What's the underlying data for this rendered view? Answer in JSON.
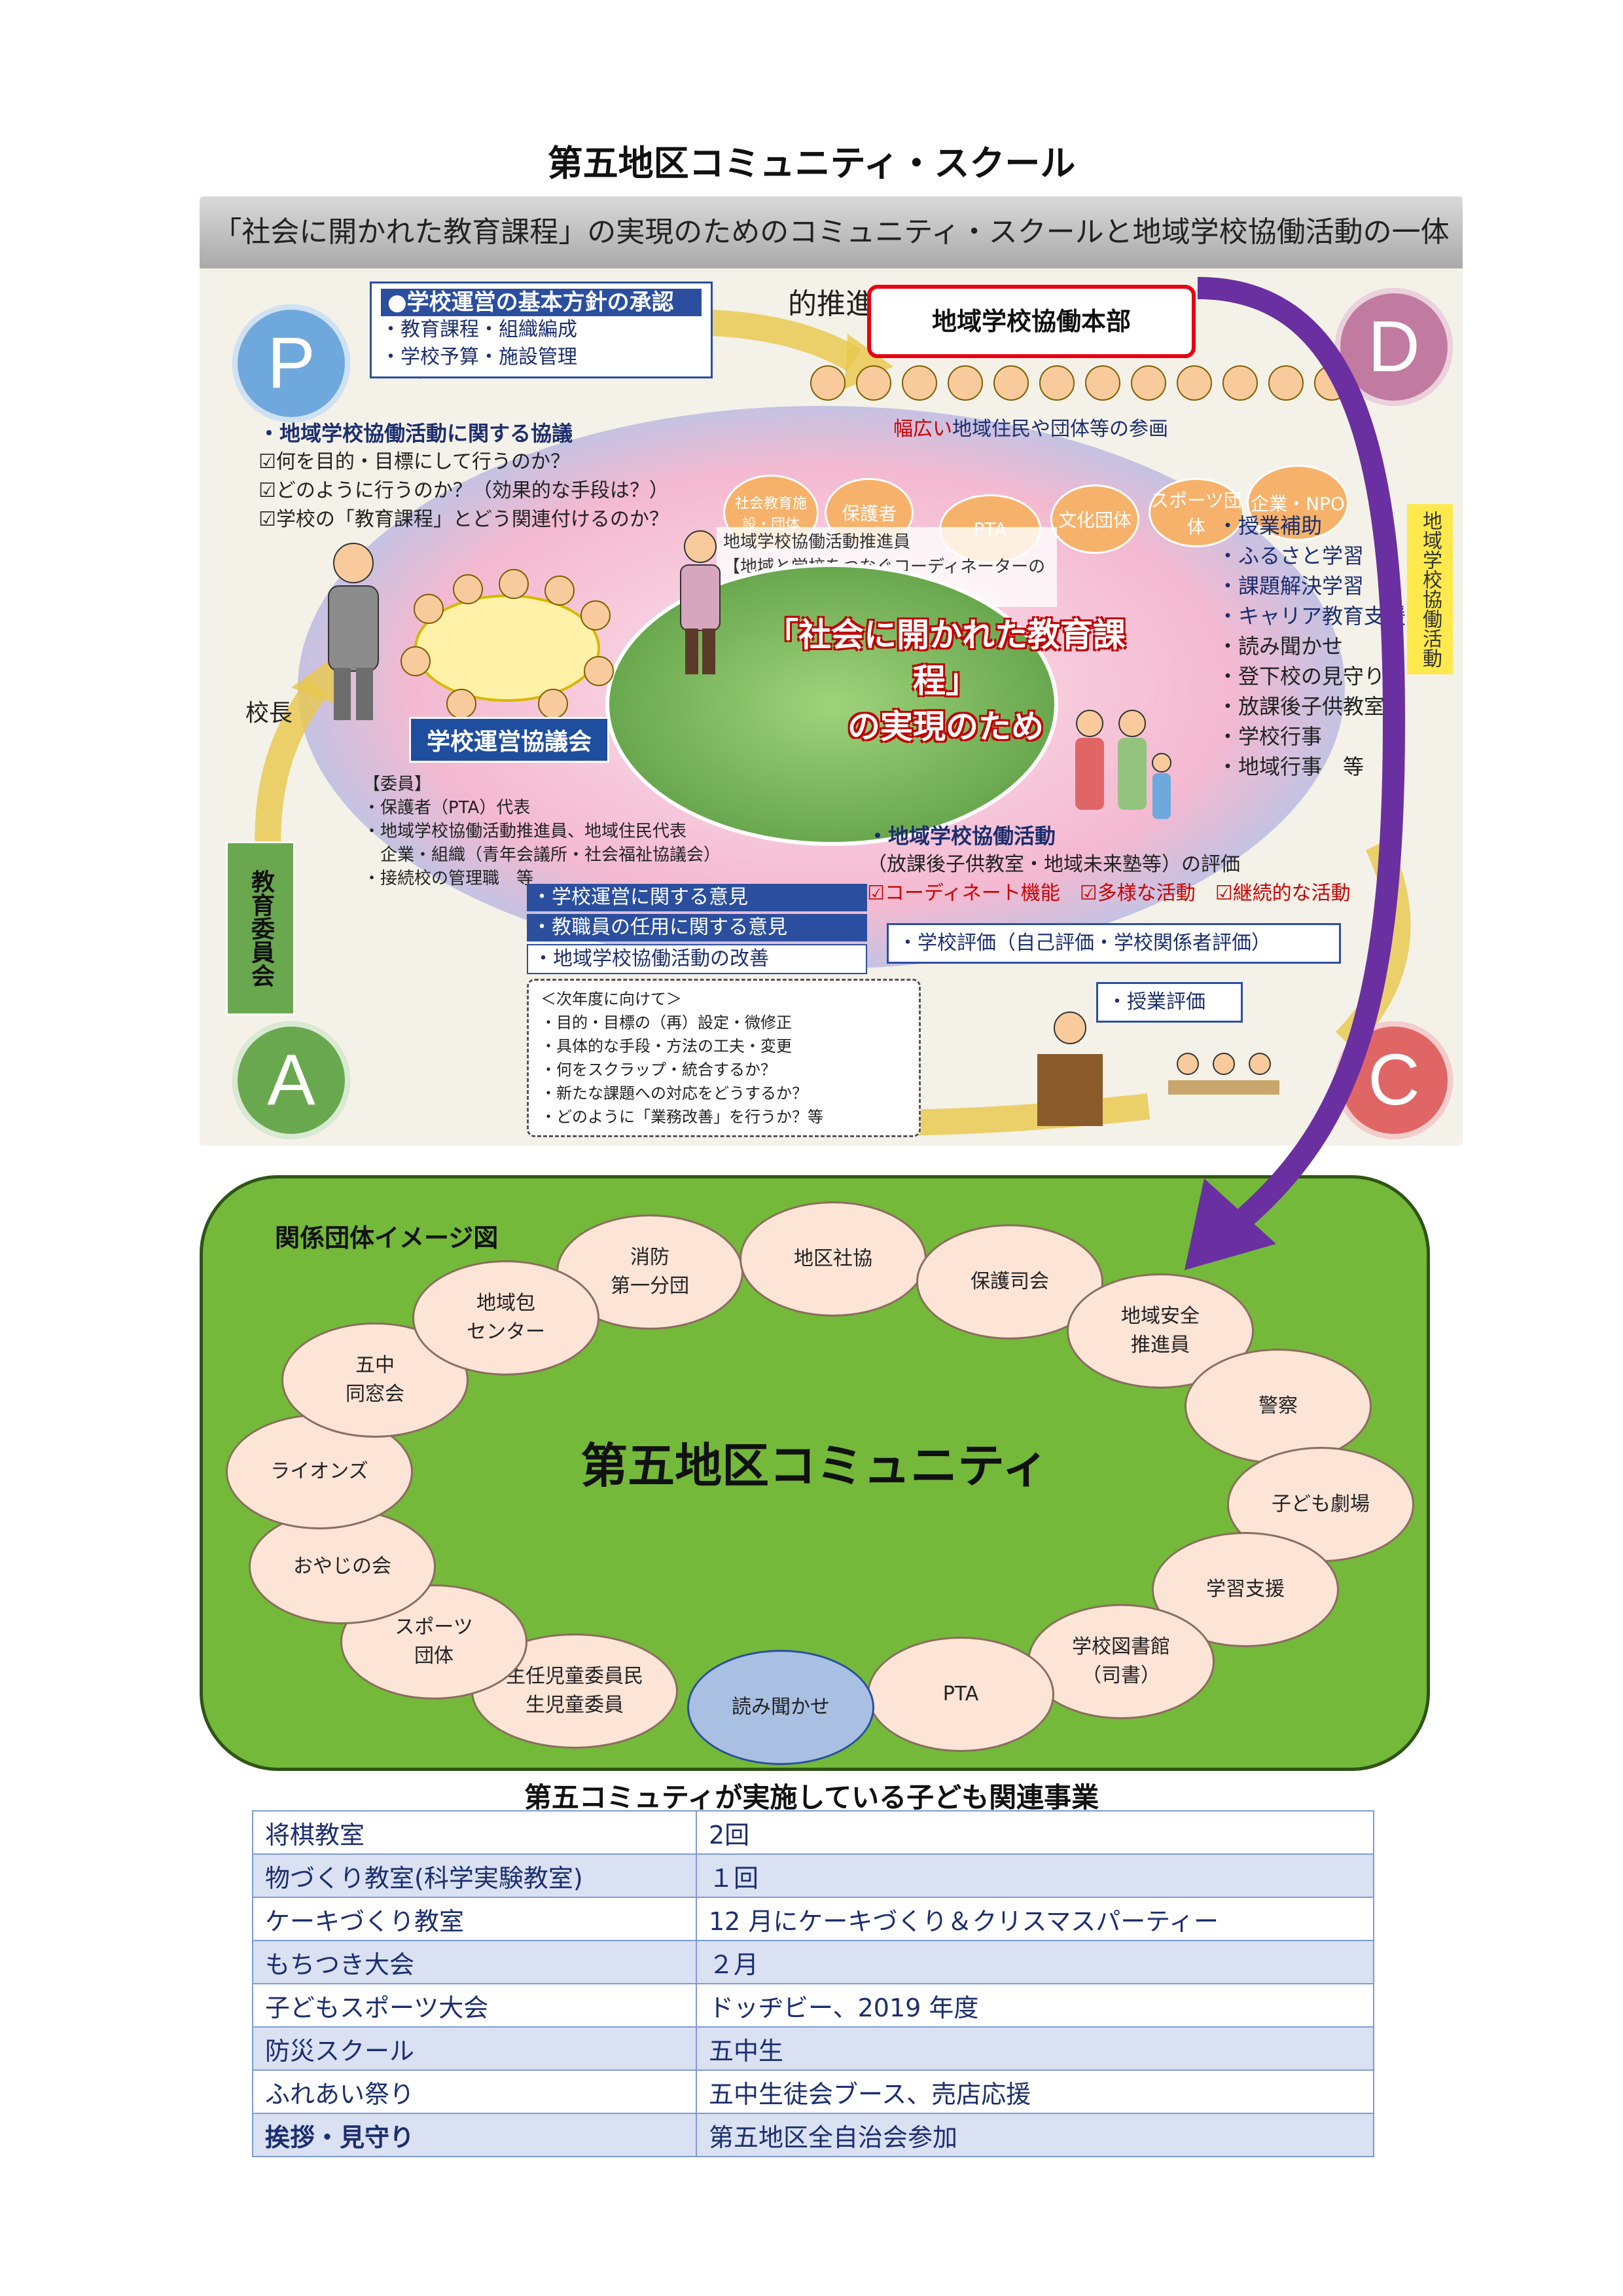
{
  "title": "第五地区コミュニティ・スクール",
  "pdca": {
    "banner": "「社会に開かれた教育課程」の実現のためのコミュニティ・スクールと地域学校協働活動の一体的推進",
    "phases": {
      "p": "P",
      "d": "D",
      "a": "A",
      "c": "C"
    },
    "approval": {
      "head": "●学校運営の基本方針の承認",
      "items": [
        "・教育課程・組織編成",
        "・学校予算・施設管理"
      ]
    },
    "hq": "地域学校協働本部",
    "participation": {
      "highlight": "幅広い",
      "rest": "地域住民や団体等の参画"
    },
    "consult": {
      "head": "・地域学校協働活動に関する協議",
      "q1": "☑何を目的・目標にして行うのか？",
      "q2": "☑どのように行うのか？（効果的な手段は？）",
      "q3": "☑学校の「教育課程」とどう関連付けるのか？"
    },
    "bubbles": [
      "社会教育施設・団体",
      "保護者",
      "PTA",
      "文化団体",
      "スポーツ団体",
      "企業・NPO"
    ],
    "coordinator": [
      "地域学校協働活動推進員",
      "【地域と学校をつなぐコーディネーターの役割】"
    ],
    "center": [
      "「社会に開かれた教育課程」",
      "の実現のため"
    ],
    "principal": "校長",
    "council": "学校運営協議会",
    "members": [
      "【委員】",
      "・保護者（PTA）代表",
      "・地域学校協働活動推進員、地域住民代表",
      "　企業・組織（青年会議所・社会福祉協議会）",
      "・接続校の管理職　等"
    ],
    "activities": [
      "・授業補助",
      "・ふるさと学習",
      "・課題解決学習",
      "・キャリア教育支援",
      "・読み聞かせ",
      "・登下校の見守り",
      "・放課後子供教室",
      "・学校行事",
      "・地域行事　等"
    ],
    "vertical": "地域学校協働活動",
    "board": "教育委員会",
    "evaluation": {
      "head": "・地域学校協働活動",
      "sub": "（放課後子供教室・地域未来塾等）の評価",
      "marks": "☑コーディネート機能　☑多様な活動　☑継続的な活動"
    },
    "school_eval": "・学校評価（自己評価・学校関係者評価）",
    "class_eval": "・授業評価",
    "opinions": [
      "・学校運営に関する意見",
      "・教職員の任用に関する意見",
      "・地域学校協働活動の改善"
    ],
    "next_year": [
      "＜次年度に向けて＞",
      "・目的・目標の（再）設定・微修正",
      "・具体的な手段・方法の工夫・変更",
      "・何をスクラップ・統合するか？",
      "・新たな課題への対応をどうするか？",
      "・どのように「業務改善」を行うか？等"
    ]
  },
  "community": {
    "caption": "関係団体イメージ図",
    "title": "第五地区コミュニティ",
    "orgs": [
      "消防\n第一分団",
      "地区社協",
      "保護司会",
      "地域安全\n推進員",
      "警察",
      "子ども劇場",
      "学習支援",
      "学校図書館\n（司書）",
      "PTA",
      "読み聞かせ",
      "主任児童委員民\n生児童委員",
      "スポーツ\n団体",
      "おやじの会",
      "ライオンズ",
      "五中\n同窓会",
      "地域包\nセンター"
    ]
  },
  "programs": {
    "title": "第五コミュティが実施している子ども関連事業",
    "rows": [
      {
        "name": "将棋教室",
        "detail": "2回"
      },
      {
        "name": "物づくり教室(科学実験教室)",
        "detail": "１回"
      },
      {
        "name": "ケーキづくり教室",
        "detail": "12 月にケーキづくり＆クリスマスパーティー"
      },
      {
        "name": "もちつき大会",
        "detail": "２月"
      },
      {
        "name": "子どもスポーツ大会",
        "detail": "ドッヂビー、2019 年度"
      },
      {
        "name": "防災スクール",
        "detail": "五中生"
      },
      {
        "name": "ふれあい祭り",
        "detail": "五中生徒会ブース、売店応援"
      },
      {
        "name": "挨拶・見守り",
        "detail": "第五地区全自治会参加"
      }
    ]
  },
  "colors": {
    "arrow": "#6a2fa0",
    "community_bg": "#74b93a",
    "hq_border": "#e60012",
    "table_text": "#1c2e6e"
  }
}
